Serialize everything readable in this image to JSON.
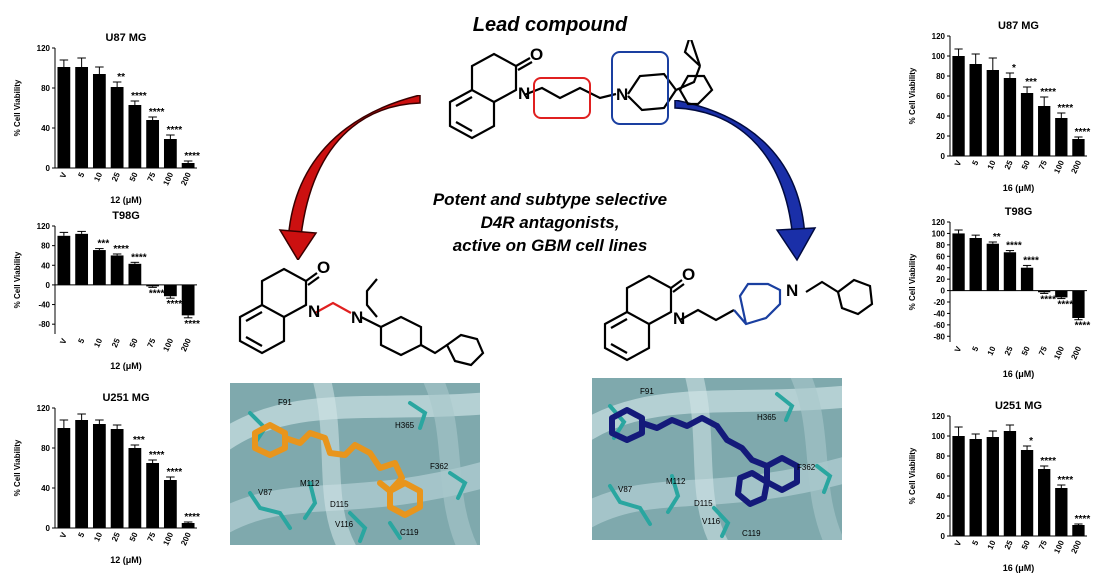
{
  "figure": {
    "title": "Lead compound",
    "description_lines": [
      "Potent and subtype selective",
      "D4R antagonists,",
      "active on GBM cell lines"
    ],
    "atom_labels": {
      "carbonyl": "O",
      "nitrogen": "N"
    },
    "residues": {
      "left": [
        "F91",
        "H365",
        "F362",
        "V87",
        "M112",
        "D115",
        "V116",
        "C119"
      ],
      "right": [
        "F91",
        "H365",
        "F362",
        "V87",
        "M112",
        "D115",
        "V116",
        "C119"
      ]
    },
    "colors": {
      "red_arrow": "#cc1010",
      "blue_arrow": "#1a2fa8",
      "red_box": "#e02020",
      "blue_box": "#1a3fa0",
      "orange_ligand": "#e8951c",
      "navy_ligand": "#141a7a",
      "protein_bg": "#7fa9ad",
      "residue_teal": "#2aa6a0"
    }
  },
  "chart_data": [
    {
      "id": "c12_u87",
      "type": "bar",
      "title": "U87 MG",
      "ylabel": "% Cell Viability",
      "xlabel": "12 (μM)",
      "categories": [
        "V",
        "5",
        "10",
        "25",
        "50",
        "75",
        "100",
        "200"
      ],
      "values": [
        101,
        101,
        94,
        81,
        63,
        48,
        29,
        5
      ],
      "errors": [
        7,
        9,
        7,
        5,
        4,
        3,
        4,
        2
      ],
      "sig": [
        "",
        "",
        "",
        "**",
        "****",
        "****",
        "****",
        "****"
      ],
      "yticks": [
        0,
        40,
        80,
        120
      ],
      "ylim": [
        0,
        120
      ]
    },
    {
      "id": "c12_t98",
      "type": "bar",
      "title": "T98G",
      "ylabel": "% Cell Viability",
      "xlabel": "12 (μM)",
      "categories": [
        "V",
        "5",
        "10",
        "25",
        "50",
        "75",
        "100",
        "200"
      ],
      "values": [
        100,
        104,
        71,
        60,
        43,
        -3,
        -23,
        -62
      ],
      "errors": [
        7,
        5,
        3,
        3,
        3,
        2,
        4,
        5
      ],
      "sig": [
        "",
        "",
        "***",
        "****",
        "****",
        "****",
        "****",
        "****"
      ],
      "yticks": [
        -80,
        -40,
        0,
        40,
        80,
        120
      ],
      "ylim": [
        -100,
        120
      ]
    },
    {
      "id": "c12_u251",
      "type": "bar",
      "title": "U251 MG",
      "ylabel": "% Cell Viability",
      "xlabel": "12 (μM)",
      "categories": [
        "V",
        "5",
        "10",
        "25",
        "50",
        "75",
        "100",
        "200"
      ],
      "values": [
        100,
        108,
        104,
        99,
        80,
        65,
        48,
        5
      ],
      "errors": [
        8,
        6,
        4,
        4,
        3,
        3,
        3,
        1
      ],
      "sig": [
        "",
        "",
        "",
        "",
        "***",
        "****",
        "****",
        "****"
      ],
      "yticks": [
        0,
        40,
        80,
        120
      ],
      "ylim": [
        0,
        120
      ]
    },
    {
      "id": "c16_u87",
      "type": "bar",
      "title": "U87 MG",
      "ylabel": "% Cell Viability",
      "xlabel": "16 (μM)",
      "categories": [
        "V",
        "5",
        "10",
        "25",
        "50",
        "75",
        "100",
        "200"
      ],
      "values": [
        100,
        92,
        86,
        78,
        63,
        50,
        38,
        17
      ],
      "errors": [
        7,
        10,
        12,
        5,
        6,
        9,
        5,
        2
      ],
      "sig": [
        "",
        "",
        "",
        "*",
        "***",
        "****",
        "****",
        "****"
      ],
      "yticks": [
        0,
        20,
        40,
        60,
        80,
        100,
        120
      ],
      "ylim": [
        0,
        120
      ]
    },
    {
      "id": "c16_t98",
      "type": "bar",
      "title": "T98G",
      "ylabel": "% Cell Viability",
      "xlabel": "16 (μM)",
      "categories": [
        "V",
        "5",
        "10",
        "25",
        "50",
        "75",
        "100",
        "200"
      ],
      "values": [
        100,
        92,
        82,
        67,
        40,
        -3,
        -12,
        -48
      ],
      "errors": [
        6,
        5,
        3,
        3,
        4,
        2,
        2,
        3
      ],
      "sig": [
        "",
        "",
        "**",
        "****",
        "****",
        "****",
        "****",
        "****"
      ],
      "yticks": [
        -80,
        -60,
        -40,
        -20,
        0,
        20,
        40,
        60,
        80,
        100,
        120
      ],
      "ylim": [
        -90,
        120
      ]
    },
    {
      "id": "c16_u251",
      "type": "bar",
      "title": "U251 MG",
      "ylabel": "% Cell Viability",
      "xlabel": "16 (μM)",
      "categories": [
        "V",
        "5",
        "10",
        "25",
        "50",
        "75",
        "100",
        "200"
      ],
      "values": [
        100,
        97,
        99,
        105,
        86,
        67,
        48,
        11
      ],
      "errors": [
        9,
        5,
        6,
        6,
        4,
        3,
        3,
        1
      ],
      "sig": [
        "",
        "",
        "",
        "",
        "*",
        "****",
        "****",
        "****"
      ],
      "yticks": [
        0,
        20,
        40,
        60,
        80,
        100,
        120
      ],
      "ylim": [
        0,
        120
      ]
    }
  ]
}
